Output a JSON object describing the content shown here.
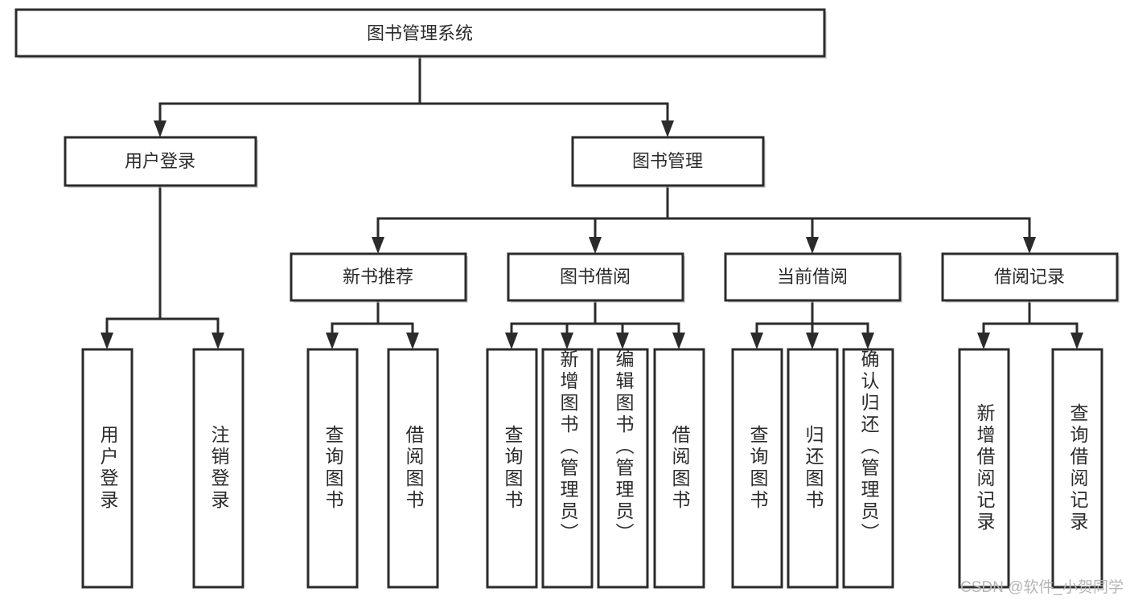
{
  "diagram": {
    "title_node": {
      "label": "图书管理系统"
    },
    "level1": [
      {
        "label": "用户登录"
      },
      {
        "label": "图书管理"
      }
    ],
    "level2": [
      {
        "label": "新书推荐"
      },
      {
        "label": "图书借阅"
      },
      {
        "label": "当前借阅"
      },
      {
        "label": "借阅记录"
      }
    ],
    "leaves": [
      {
        "label": "用户登录"
      },
      {
        "label": "注销登录"
      },
      {
        "label": "查询图书"
      },
      {
        "label": "借阅图书"
      },
      {
        "label": "查询图书"
      },
      {
        "label": "新增图书（管理员）"
      },
      {
        "label": "编辑图书（管理员）"
      },
      {
        "label": "借阅图书"
      },
      {
        "label": "查询图书"
      },
      {
        "label": "归还图书"
      },
      {
        "label": "确认归还（管理员）"
      },
      {
        "label": "新增借阅记录"
      },
      {
        "label": "查询借阅记录"
      }
    ],
    "watermark": "CSDN @软件_小贺同学",
    "colors": {
      "stroke": "#2b2b2b",
      "fill": "#ffffff",
      "text": "#2b2b2b",
      "watermark": "#b5b5b5"
    }
  }
}
